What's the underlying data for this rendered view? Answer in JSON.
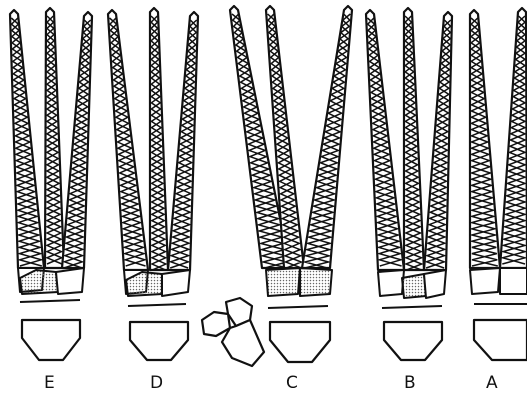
{
  "labels": {
    "E": "E",
    "D": "D",
    "C": "C",
    "B": "B",
    "A": "A"
  },
  "colors": {
    "ink": "#111111",
    "paper": "#ffffff",
    "stipple": "#8a8a8a"
  }
}
